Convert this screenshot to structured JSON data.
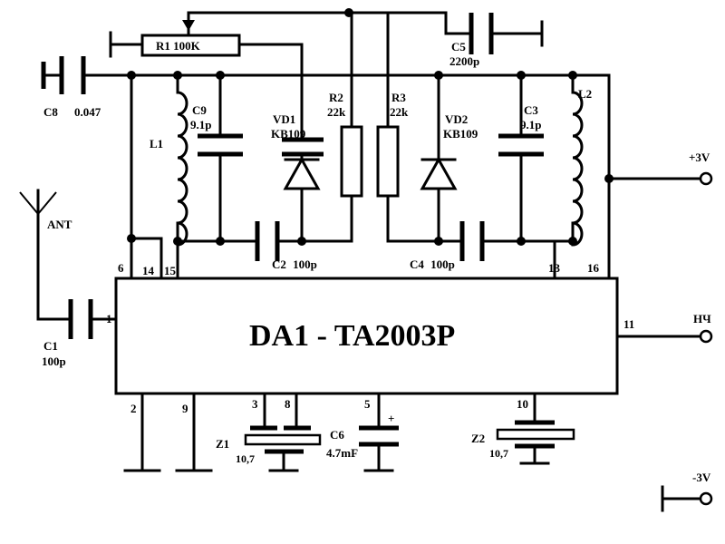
{
  "chip": {
    "title": "DA1 - TA2003P"
  },
  "pins": {
    "p1": "1",
    "p2": "2",
    "p3": "3",
    "p5": "5",
    "p6": "6",
    "p8": "8",
    "p9": "9",
    "p10": "10",
    "p11": "11",
    "p13": "13",
    "p14": "14",
    "p15": "15",
    "p16": "16"
  },
  "components": {
    "r1": {
      "name": "R1",
      "value": "100K"
    },
    "r2": {
      "name": "R2",
      "value": "22k"
    },
    "r3": {
      "name": "R3",
      "value": "22k"
    },
    "c1": {
      "name": "C1",
      "value": "100p"
    },
    "c2": {
      "name": "C2",
      "value": "100p"
    },
    "c3": {
      "name": "C3",
      "value": "9.1p"
    },
    "c4": {
      "name": "C4",
      "value": "100p"
    },
    "c5": {
      "name": "C5",
      "value": "2200p"
    },
    "c6": {
      "name": "C6",
      "value": "4.7mF",
      "polarity": "+"
    },
    "c8": {
      "name": "C8",
      "value": "0.047"
    },
    "c9": {
      "name": "C9",
      "value": "9.1p"
    },
    "vd1": {
      "name": "VD1",
      "value": "KB109"
    },
    "vd2": {
      "name": "VD2",
      "value": "KB109"
    },
    "l1": {
      "name": "L1"
    },
    "l2": {
      "name": "L2"
    },
    "z1": {
      "name": "Z1",
      "value": "10,7"
    },
    "z2": {
      "name": "Z2",
      "value": "10,7"
    },
    "ant": {
      "name": "ANT"
    }
  },
  "terminals": {
    "vplus": "+3V",
    "audio": "НЧ",
    "vminus": "-3V"
  }
}
